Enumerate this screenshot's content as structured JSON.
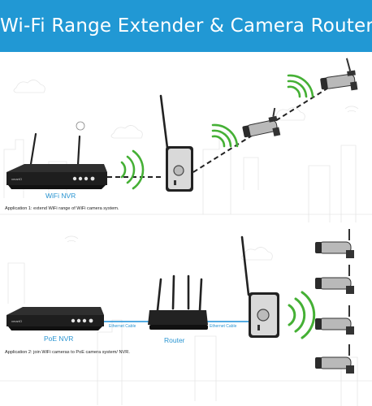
{
  "title": "Wi-Fi Range Extender & Camera Router",
  "section1": {
    "device_label": "WiFi NVR",
    "application": "Application 1: extend WiFi range of WiFi camera system."
  },
  "section2": {
    "device_label": "PoE NVR",
    "router_label": "Router",
    "cable_label_left": "Ethernet Cable",
    "cable_label_right": "Ethernet Cable",
    "application": "Application 2: join WiFi cameras to PoE camera system/ NVR."
  },
  "brand_text": "xmartO",
  "colors": {
    "banner": "#2198d4",
    "label_blue": "#2a95d2",
    "signal_green": "#45b035",
    "device_dark": "#333333",
    "cable_blue": "#1a8fd8"
  },
  "icons": [
    "wifi-signal-icon",
    "camera-icon",
    "nvr-icon",
    "router-icon",
    "extender-icon",
    "cloud-icon",
    "building-icon"
  ]
}
